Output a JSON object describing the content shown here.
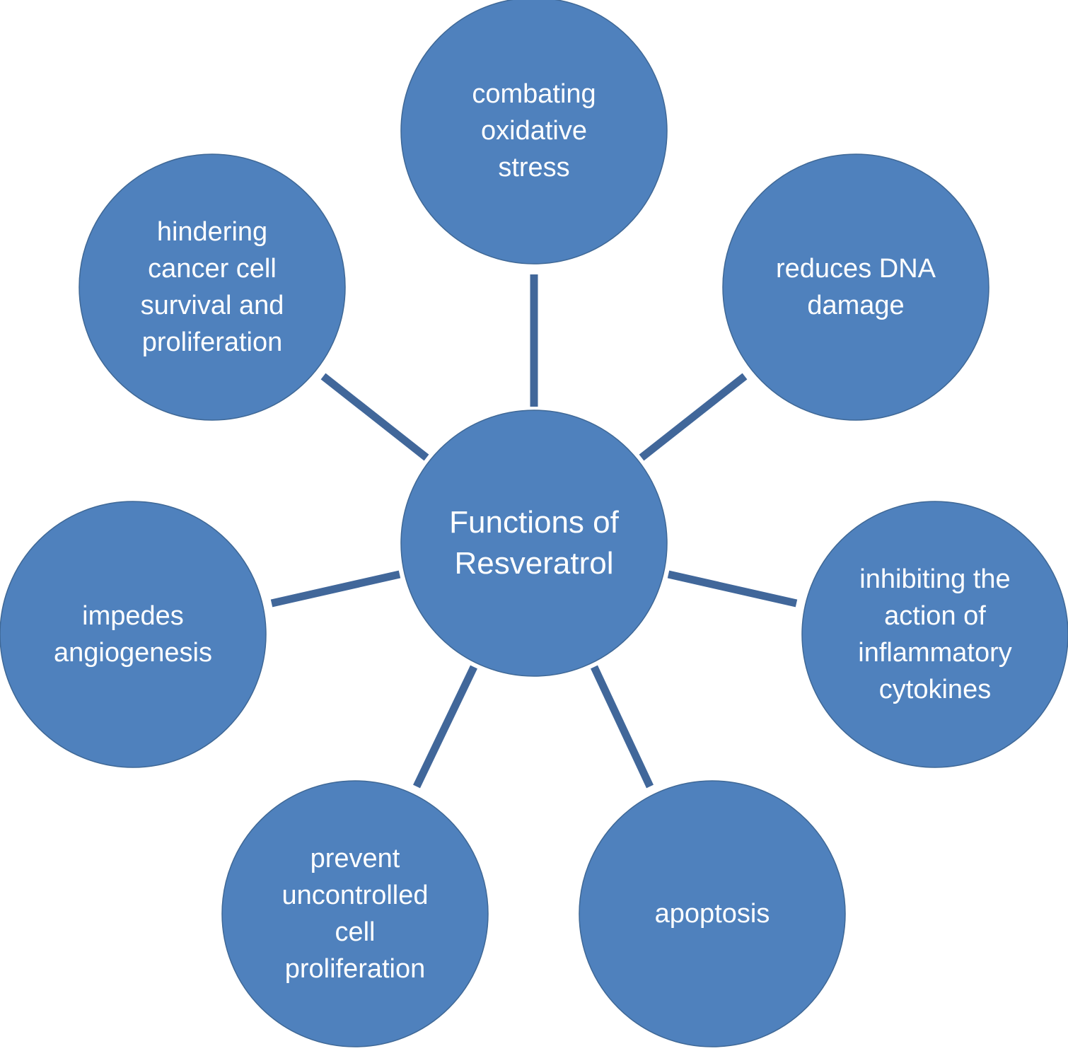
{
  "colors": {
    "node_fill": "#4f81bd",
    "connector": "#41679a",
    "text": "#ffffff",
    "background": "#ffffff"
  },
  "center": {
    "label": "Functions of\nResveratrol"
  },
  "nodes": [
    {
      "id": "oxidative-stress",
      "label": "combating\noxidative\nstress"
    },
    {
      "id": "dna-damage",
      "label": "reduces DNA\ndamage"
    },
    {
      "id": "inflammatory-cytokines",
      "label": "inhibiting the\naction of\ninflammatory\ncytokines"
    },
    {
      "id": "apoptosis",
      "label": "apoptosis"
    },
    {
      "id": "cell-proliferation",
      "label": "prevent\nuncontrolled\ncell\nproliferation"
    },
    {
      "id": "angiogenesis",
      "label": "impedes\nangiogenesis"
    },
    {
      "id": "cancer-survival",
      "label": "hindering\ncancer cell\nsurvival and\nproliferation"
    }
  ]
}
